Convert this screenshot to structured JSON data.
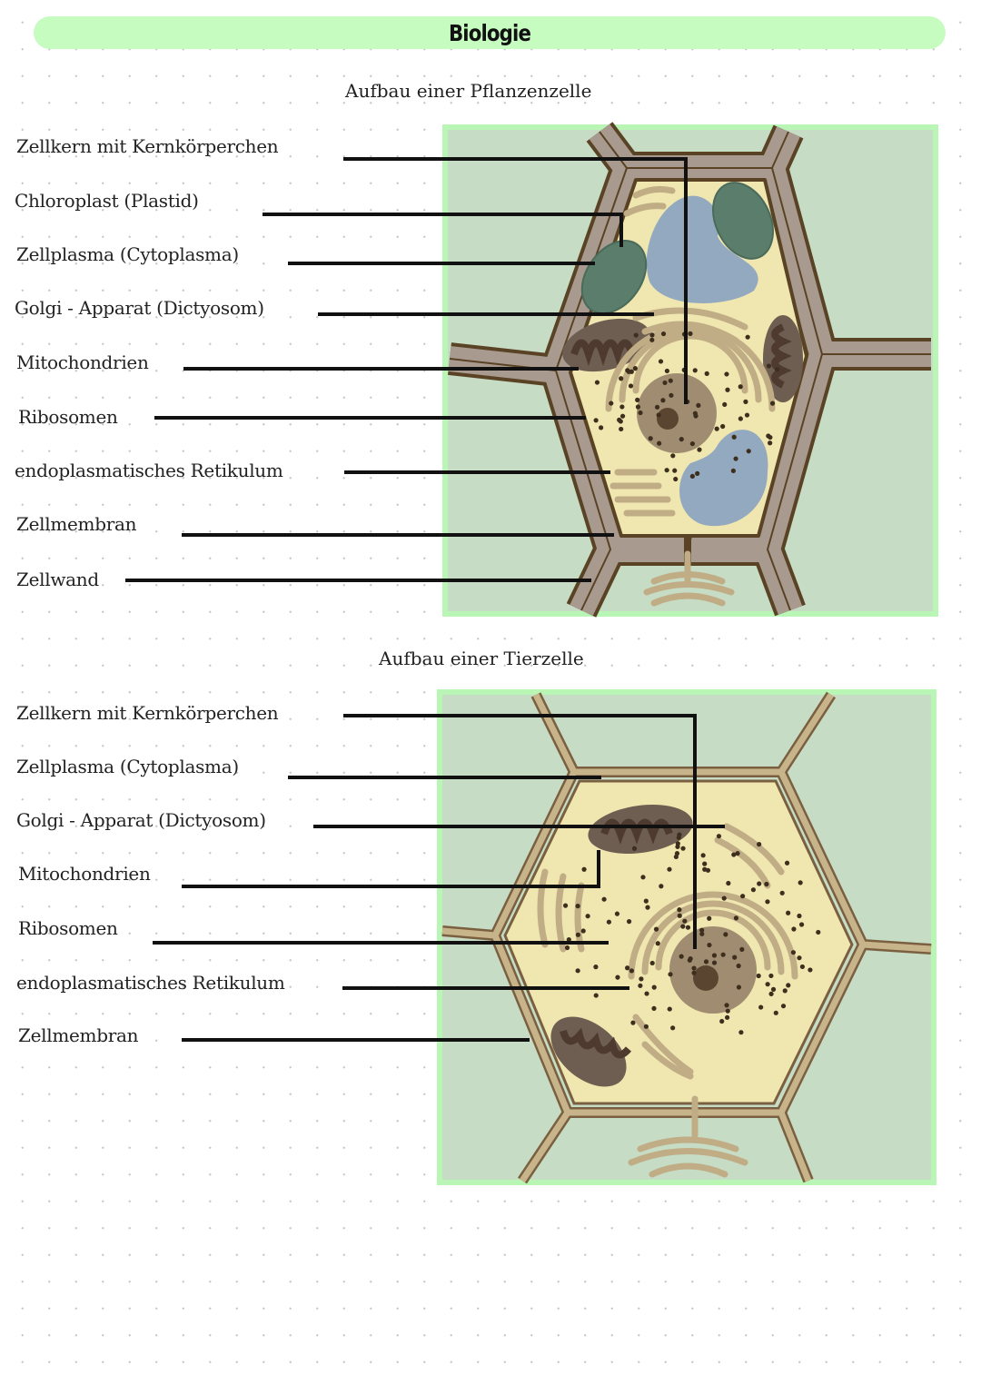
{
  "title": "Biologie",
  "plant": {
    "heading": "Aufbau einer Pflanzenzelle",
    "labels": [
      "Zellkern mit Kernkörperchen",
      "Chloroplast (Plastid)",
      "Zellplasma (Cytoplasma)",
      "Golgi - Apparat (Dictyosom)",
      "Mitochondrien",
      "Ribosomen",
      "endoplasmatisches Retikulum",
      "Zellmembran",
      "Zellwand"
    ]
  },
  "animal": {
    "heading": "Aufbau einer Tierzelle",
    "labels": [
      "Zellkern mit Kernkörperchen",
      "Zellplasma (Cytoplasma)",
      "Golgi - Apparat (Dictyosom)",
      "Mitochondrien",
      "Ribosomen",
      "endoplasmatisches Retikulum",
      "Zellmembran"
    ]
  },
  "colors": {
    "title_bg": "#c7fcc1",
    "frame": "#b9f5b5",
    "background": "#c6dcc5",
    "cytoplasm": "#efe6b0",
    "wall": "#a89a8e",
    "outline": "#5a4325",
    "vacuole": "#93a9bf",
    "chloroplast": "#5b7d6b",
    "mitochondrion": "#6e5e52",
    "nucleus": "#a08c70",
    "er": "#c0ad85"
  }
}
